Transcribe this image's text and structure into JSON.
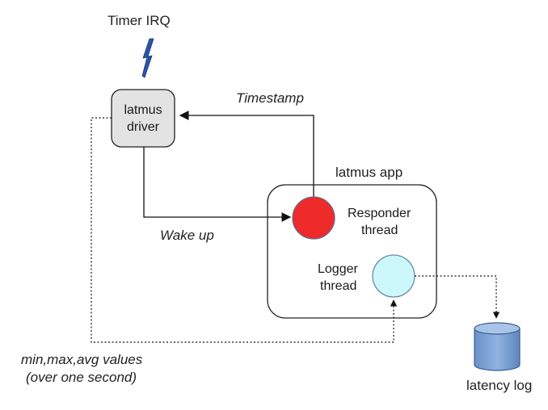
{
  "diagram": {
    "timer_label": "Timer IRQ",
    "driver_label_line1": "latmus",
    "driver_label_line2": "driver",
    "app_label": "latmus app",
    "responder_line1": "Responder",
    "responder_line2": "thread",
    "logger_line1": "Logger",
    "logger_line2": "thread",
    "timestamp_label": "Timestamp",
    "wakeup_label": "Wake up",
    "values_line1": "min,max,avg values",
    "values_line2": "(over one second)",
    "log_label": "latency log"
  },
  "colors": {
    "driver_fill": "#e3e3e3",
    "responder_fill": "#ee2a2a",
    "logger_fill": "#ccf7fb",
    "database_fill": "#7ea4d4",
    "lightning": "#2a55a5"
  },
  "icons": {
    "irq": "lightning-bolt-icon",
    "log": "database-cylinder-icon"
  }
}
